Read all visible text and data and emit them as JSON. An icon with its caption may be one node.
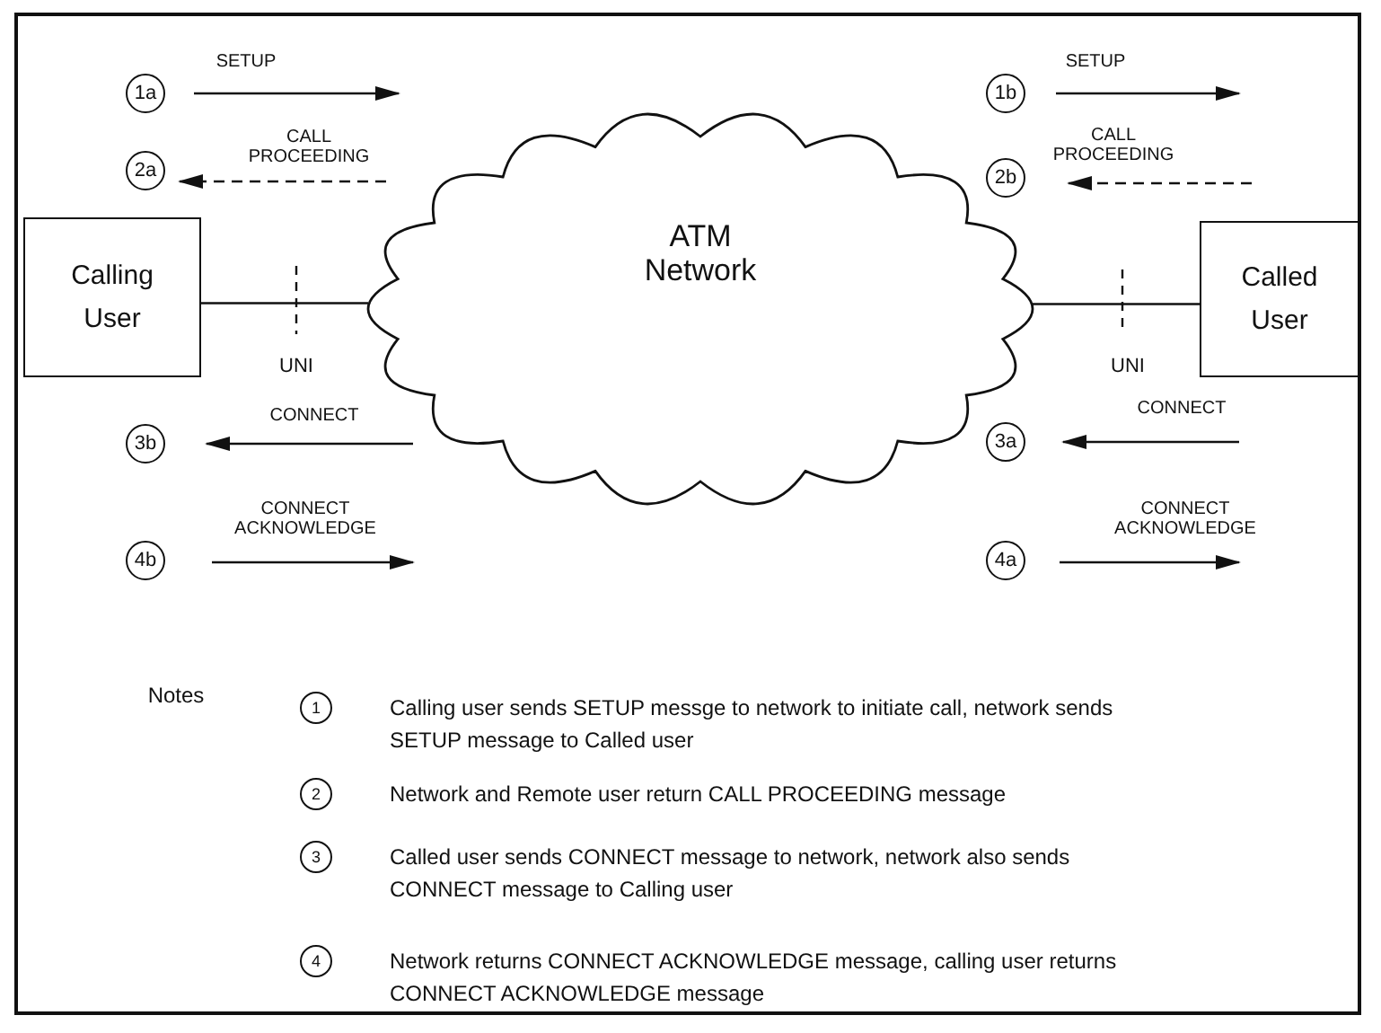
{
  "diagram": {
    "nodes": [
      {
        "text": [
          "1a"
        ]
      },
      {
        "text": [
          "1b"
        ]
      },
      {
        "text": [
          "2a"
        ]
      },
      {
        "text": [
          "2b"
        ]
      },
      {
        "text": [
          "Calling User"
        ]
      },
      {
        "text": [
          "ATM Network"
        ]
      },
      {
        "text": [
          "Called User"
        ]
      },
      {
        "text": [
          "3b"
        ]
      },
      {
        "text": [
          "3a"
        ]
      },
      {
        "text": [
          "4b"
        ]
      },
      {
        "text": [
          "4a"
        ]
      },
      {
        "text": [
          "1"
        ],
        "beside": [
          "Calling user sends SETUP messge to network to initiate call, network sends SETUP message to Called user"
        ]
      },
      {
        "text": [
          "2"
        ],
        "beside": [
          "Network and Remote user return CALL PROCEEDING message"
        ]
      },
      {
        "text": [
          "3"
        ],
        "beside": [
          "Called user sends CONNECT message to network, network also sends CONNECT message to Calling user"
        ]
      },
      {
        "text": [
          "4"
        ],
        "beside": [
          "Network returns CONNECT ACKNOWLEDGE message, calling user returns CONNECT ACKNOWLEDGE message"
        ]
      }
    ],
    "edges": [
      {
        "from": 4,
        "to": 5,
        "arrow": "none"
      },
      {
        "from": 5,
        "to": 6,
        "arrow": "none"
      }
    ],
    "labels": [
      "SETUP",
      "SETUP",
      "CALL PROCEEDING",
      "CALL PROCEEDING",
      "UNI",
      "UNI",
      "CONNECT",
      "CONNECT",
      "CONNECT ACKNOWLEDGE",
      "CONNECT ACKNOWLEDGE",
      "Notes"
    ]
  }
}
